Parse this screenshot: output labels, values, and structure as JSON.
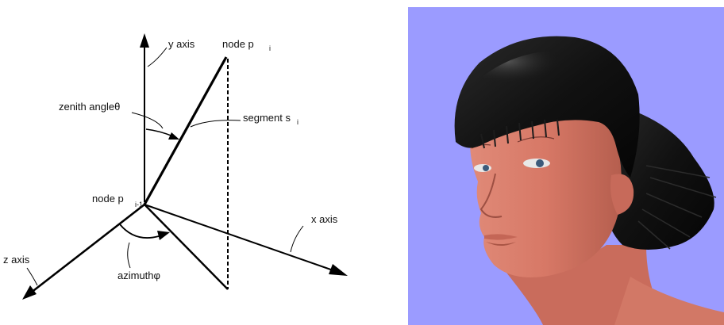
{
  "left_figure": {
    "labels": {
      "y_axis": "y axis",
      "x_axis": "x axis",
      "z_axis": "z axis",
      "node_pi": "node p",
      "node_pi_sub": "i",
      "node_pi1": "node p",
      "node_pi1_sub": "i-1",
      "zenith": "zenith angleθ",
      "segment": "segment s",
      "segment_sub": "i",
      "azimuth": "azimuthφ"
    }
  },
  "right_figure": {
    "background_color": "#9b9bff",
    "skin_color": "#d87766",
    "hair_color": "#141414"
  }
}
